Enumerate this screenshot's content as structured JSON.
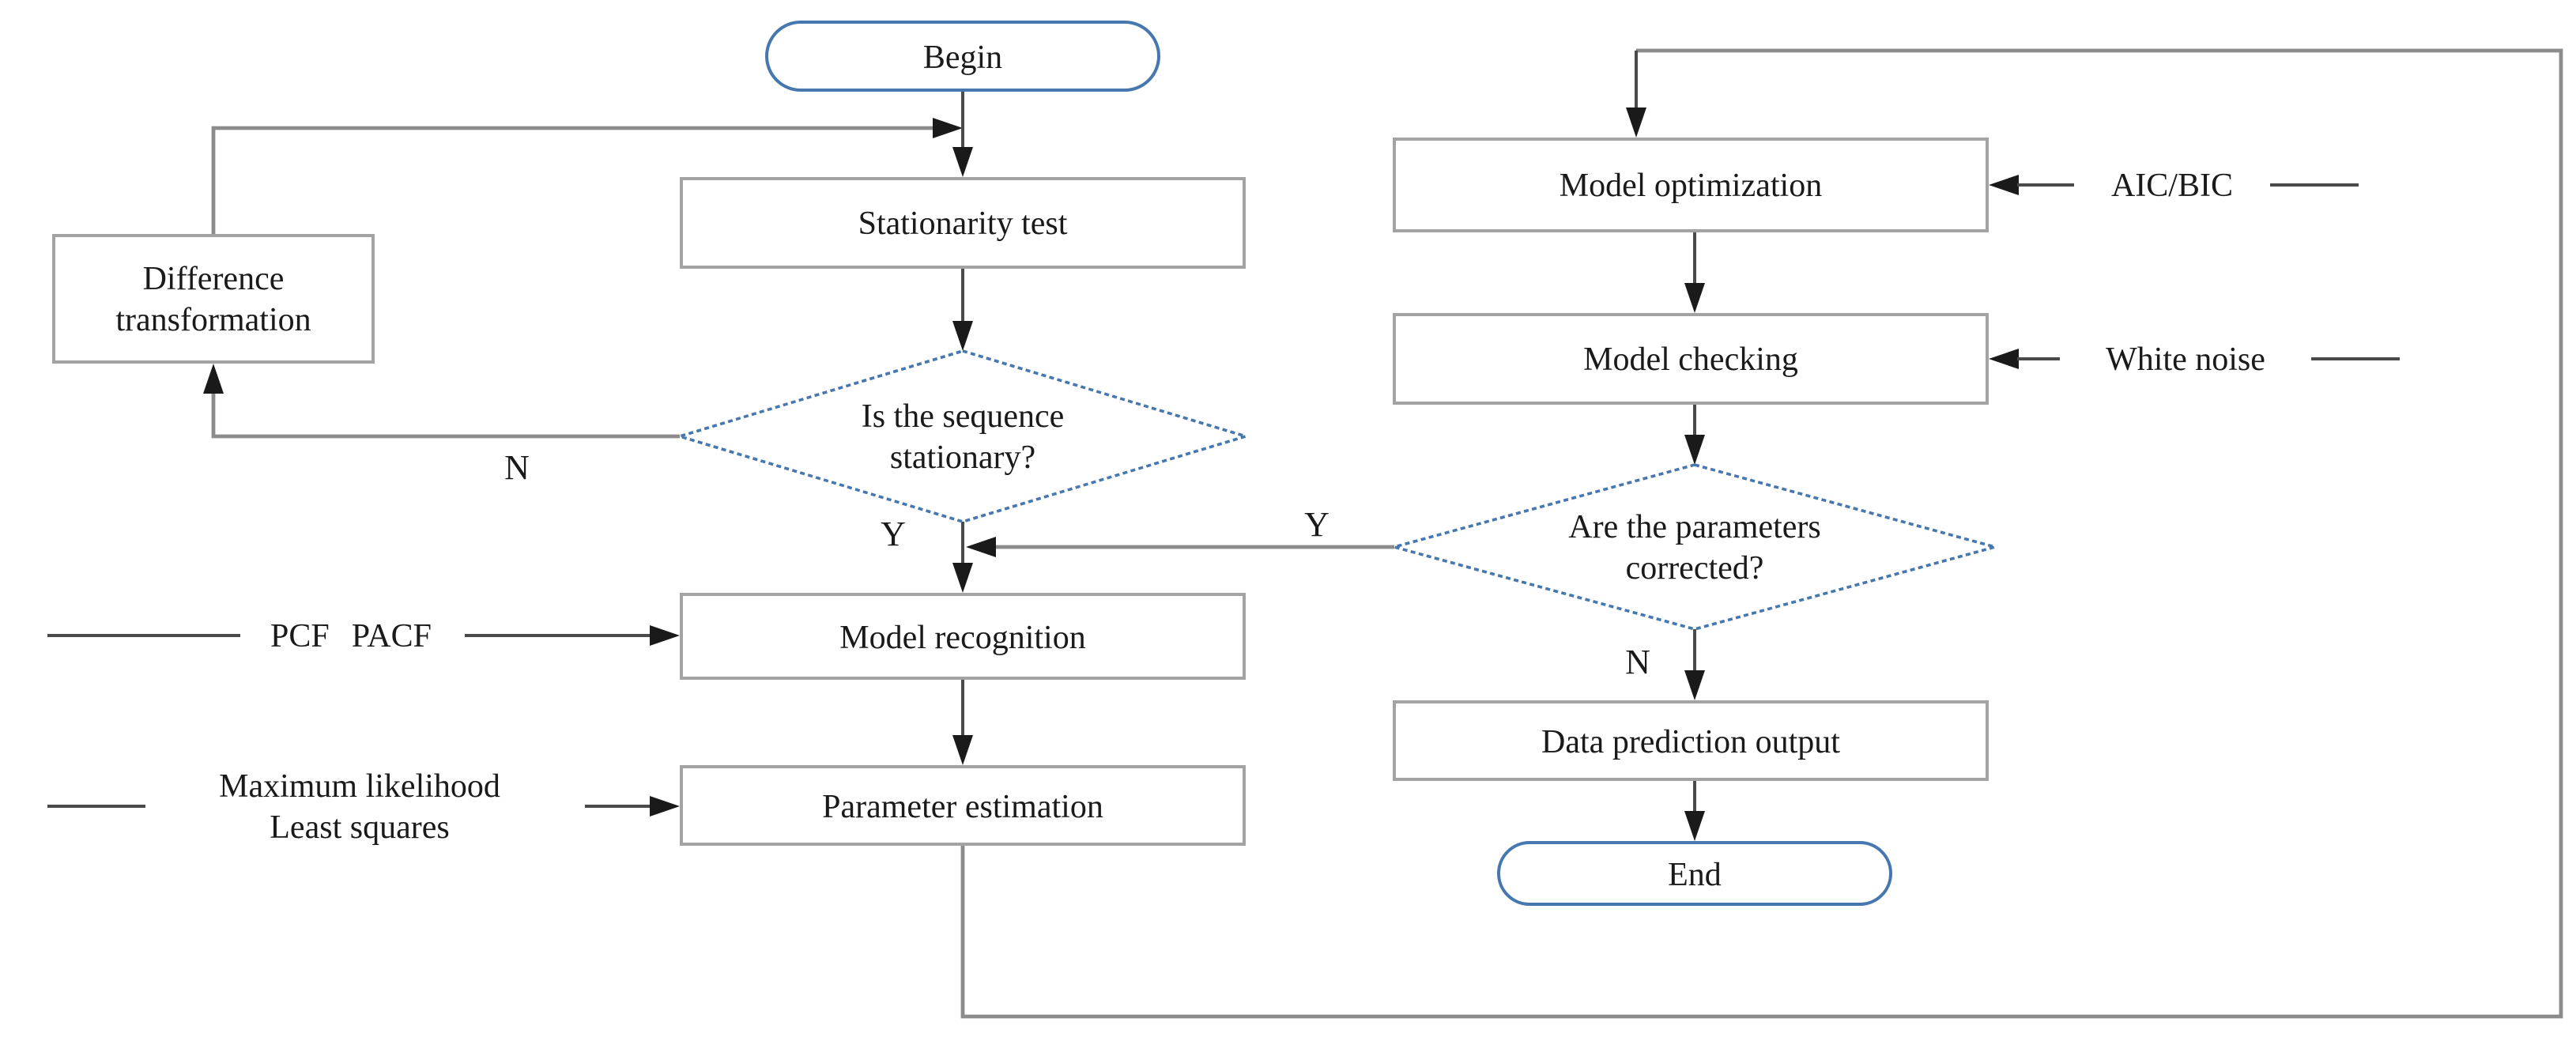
{
  "nodes": {
    "begin": {
      "label": "Begin"
    },
    "stationarity_test": {
      "label": "Stationarity test"
    },
    "difference_transformation": {
      "line1": "Difference",
      "line2": "transformation"
    },
    "is_sequence_stationary": {
      "line1": "Is the sequence",
      "line2": "stationary?"
    },
    "model_recognition": {
      "label": "Model recognition"
    },
    "parameter_estimation": {
      "label": "Parameter estimation"
    },
    "model_optimization": {
      "label": "Model optimization"
    },
    "model_checking": {
      "label": "Model checking"
    },
    "are_parameters_corrected": {
      "line1": "Are the parameters",
      "line2": "corrected?"
    },
    "data_prediction_output": {
      "label": "Data prediction output"
    },
    "end": {
      "label": "End"
    }
  },
  "annotations": {
    "pcf": "PCF",
    "pacf": "PACF",
    "max_likelihood_line1": "Maximum likelihood",
    "max_likelihood_line2": "Least squares",
    "aic_bic": "AIC/BIC",
    "white_noise": "White noise",
    "no_stationary": "N",
    "yes_stationary": "Y",
    "yes_corrected": "Y",
    "no_corrected": "N"
  },
  "colors": {
    "shape_blue": "#4677ae",
    "box_border": "#a3a3a3",
    "line_gray": "#8c8c8c",
    "line_dark": "#4a4a4a",
    "arrowhead": "#1a1a1a",
    "text": "#1a1a1a",
    "background": "#ffffff"
  }
}
